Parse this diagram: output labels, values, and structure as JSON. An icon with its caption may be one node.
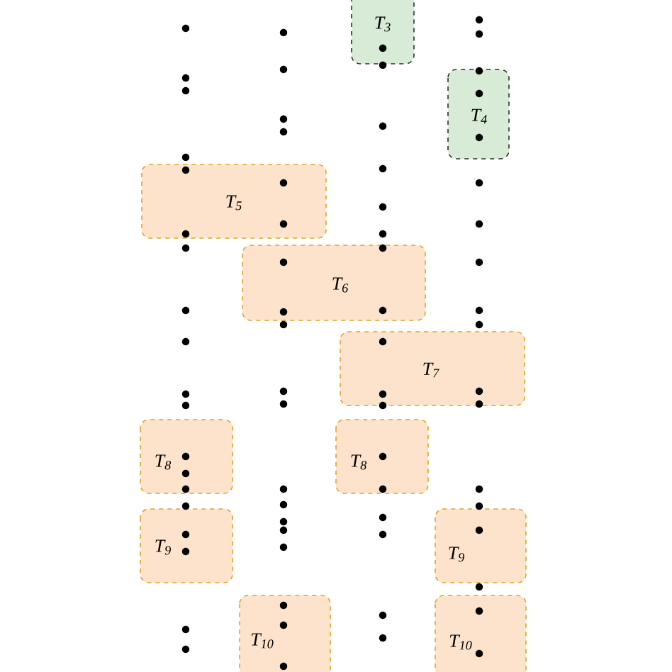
{
  "diagram": {
    "nodes": [
      {
        "text": [
          "T$_{3}$"
        ]
      },
      {
        "text": [
          "T$_{4}$"
        ]
      },
      {
        "text": [
          "T$_{5}$"
        ]
      },
      {
        "text": [
          "T$_{6}$"
        ]
      },
      {
        "text": [
          "T$_{7}$"
        ]
      },
      {
        "text": [
          "T$_{8}$"
        ]
      },
      {
        "text": [
          "T$_{8}$"
        ]
      },
      {
        "text": [
          "T$_{9}$"
        ]
      },
      {
        "text": [
          "T$_{9}$"
        ]
      },
      {
        "text": [
          "T$_{10}$"
        ]
      },
      {
        "text": [
          "T$_{10}$"
        ]
      }
    ]
  }
}
